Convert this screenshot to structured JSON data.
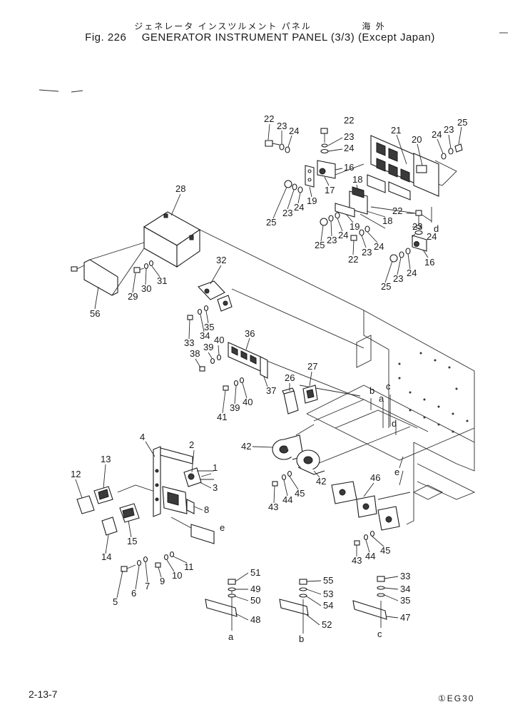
{
  "header": {
    "japanese_title": "ジェネレータ インスツルメント パネル",
    "region_jp": "海 外",
    "figure_label": "Fig. 226",
    "title": "GENERATOR INSTRUMENT PANEL",
    "sheet": "(3/3)",
    "note": "(Except Japan)"
  },
  "footer": {
    "page_number": "2-13-7",
    "model_code": "①EG30"
  },
  "callouts": [
    {
      "id": "c1",
      "label": "22"
    },
    {
      "id": "c2",
      "label": "23"
    },
    {
      "id": "c3",
      "label": "24"
    },
    {
      "id": "c4",
      "label": "22"
    },
    {
      "id": "c5",
      "label": "23"
    },
    {
      "id": "c6",
      "label": "24"
    },
    {
      "id": "c7",
      "label": "21"
    },
    {
      "id": "c8",
      "label": "20"
    },
    {
      "id": "c9",
      "label": "24"
    },
    {
      "id": "c10",
      "label": "23"
    },
    {
      "id": "c11",
      "label": "25"
    },
    {
      "id": "c12",
      "label": "16"
    },
    {
      "id": "c13",
      "label": "17"
    },
    {
      "id": "c14",
      "label": "19"
    },
    {
      "id": "c15",
      "label": "18"
    },
    {
      "id": "c16",
      "label": "25"
    },
    {
      "id": "c17",
      "label": "23"
    },
    {
      "id": "c18",
      "label": "24"
    },
    {
      "id": "c19",
      "label": "19"
    },
    {
      "id": "c20",
      "label": "18"
    },
    {
      "id": "c21",
      "label": "22"
    },
    {
      "id": "c22",
      "label": "23"
    },
    {
      "id": "c23",
      "label": "24"
    },
    {
      "id": "c24",
      "label": "d"
    },
    {
      "id": "c25",
      "label": "25"
    },
    {
      "id": "c26",
      "label": "23"
    },
    {
      "id": "c27",
      "label": "24"
    },
    {
      "id": "c28",
      "label": "22"
    },
    {
      "id": "c29",
      "label": "23"
    },
    {
      "id": "c30",
      "label": "24"
    },
    {
      "id": "c31",
      "label": "16"
    },
    {
      "id": "c32",
      "label": "25"
    },
    {
      "id": "c33",
      "label": "23"
    },
    {
      "id": "c34",
      "label": "24"
    },
    {
      "id": "c35",
      "label": "28"
    },
    {
      "id": "c36",
      "label": "29"
    },
    {
      "id": "c37",
      "label": "30"
    },
    {
      "id": "c38",
      "label": "31"
    },
    {
      "id": "c39",
      "label": "56"
    },
    {
      "id": "c40",
      "label": "32"
    },
    {
      "id": "c41",
      "label": "33"
    },
    {
      "id": "c42",
      "label": "34"
    },
    {
      "id": "c43",
      "label": "35"
    },
    {
      "id": "c44",
      "label": "36"
    },
    {
      "id": "c45",
      "label": "39"
    },
    {
      "id": "c46",
      "label": "40"
    },
    {
      "id": "c47",
      "label": "38"
    },
    {
      "id": "c48",
      "label": "37"
    },
    {
      "id": "c49",
      "label": "41"
    },
    {
      "id": "c50",
      "label": "39"
    },
    {
      "id": "c51",
      "label": "40"
    },
    {
      "id": "c52",
      "label": "26"
    },
    {
      "id": "c53",
      "label": "27"
    },
    {
      "id": "c54",
      "label": "b"
    },
    {
      "id": "c55",
      "label": "a"
    },
    {
      "id": "c56",
      "label": "c"
    },
    {
      "id": "c57",
      "label": "d"
    },
    {
      "id": "c58",
      "label": "42"
    },
    {
      "id": "c59",
      "label": "42"
    },
    {
      "id": "c60",
      "label": "e"
    },
    {
      "id": "c61",
      "label": "46"
    },
    {
      "id": "c62",
      "label": "43"
    },
    {
      "id": "c63",
      "label": "44"
    },
    {
      "id": "c64",
      "label": "45"
    },
    {
      "id": "c65",
      "label": "43"
    },
    {
      "id": "c66",
      "label": "44"
    },
    {
      "id": "c67",
      "label": "45"
    },
    {
      "id": "c68",
      "label": "4"
    },
    {
      "id": "c69",
      "label": "2"
    },
    {
      "id": "c70",
      "label": "1"
    },
    {
      "id": "c71",
      "label": "3"
    },
    {
      "id": "c72",
      "label": "13"
    },
    {
      "id": "c73",
      "label": "12"
    },
    {
      "id": "c74",
      "label": "8"
    },
    {
      "id": "c75",
      "label": "15"
    },
    {
      "id": "c76",
      "label": "14"
    },
    {
      "id": "c77",
      "label": "e"
    },
    {
      "id": "c78",
      "label": "11"
    },
    {
      "id": "c79",
      "label": "10"
    },
    {
      "id": "c80",
      "label": "9"
    },
    {
      "id": "c81",
      "label": "7"
    },
    {
      "id": "c82",
      "label": "6"
    },
    {
      "id": "c83",
      "label": "5"
    },
    {
      "id": "c84",
      "label": "51"
    },
    {
      "id": "c85",
      "label": "49"
    },
    {
      "id": "c86",
      "label": "50"
    },
    {
      "id": "c87",
      "label": "48"
    },
    {
      "id": "c88",
      "label": "a"
    },
    {
      "id": "c89",
      "label": "55"
    },
    {
      "id": "c90",
      "label": "53"
    },
    {
      "id": "c91",
      "label": "54"
    },
    {
      "id": "c92",
      "label": "52"
    },
    {
      "id": "c93",
      "label": "b"
    },
    {
      "id": "c94",
      "label": "33"
    },
    {
      "id": "c95",
      "label": "34"
    },
    {
      "id": "c96",
      "label": "35"
    },
    {
      "id": "c97",
      "label": "47"
    },
    {
      "id": "c98",
      "label": "c"
    }
  ]
}
